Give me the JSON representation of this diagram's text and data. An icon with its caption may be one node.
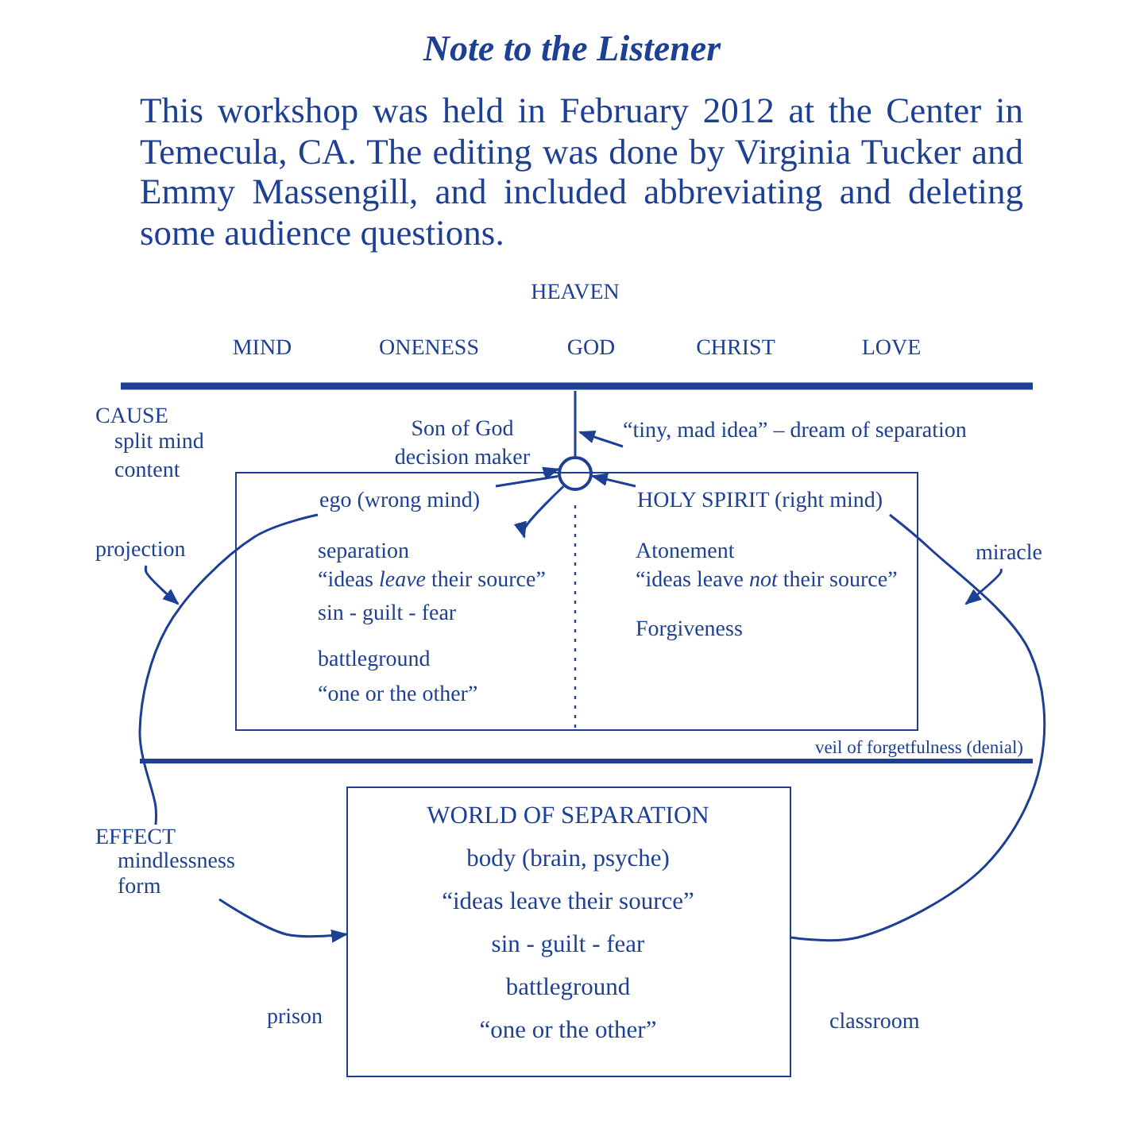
{
  "diagram": {
    "title": "Note to the Listener",
    "nodes": [
      {
        "text": [
          "Son of God decision maker"
        ]
      },
      {
        "text": [
          "“tiny, mad idea” – dream of separation"
        ]
      },
      {
        "text": [],
        "shape": "circle"
      },
      {
        "text": [
          "sin - guilt - fear",
          "battleground",
          "“one or the other”",
          "Atonement",
          "“ideas leave *not* their source”",
          "Forgiveness"
        ]
      },
      {
        "text": [
          "ego (wrong mind)"
        ],
        "in": 3
      },
      {
        "text": [
          "separation",
          "“ideas *leave* their source”"
        ],
        "in": 3
      },
      {
        "text": [
          "HOLY SPIRIT (right mind)"
        ],
        "in": 3
      },
      {
        "text": [
          "projection"
        ]
      },
      {
        "text": [
          "miracle"
        ]
      },
      {
        "text": [
          "EFFECT",
          "mindlessness form"
        ]
      },
      {
        "text": [
          "WORLD OF SEPARATION",
          "body (brain, psyche)",
          "“ideas leave their source”",
          "sin - guilt - fear",
          "battleground",
          "“one or the other”"
        ]
      }
    ],
    "edges": [
      {
        "from": 0,
        "to": 2,
        "arrow": "to"
      },
      {
        "from": 1,
        "to": 2,
        "arrow": "to"
      },
      {
        "from": null,
        "to": 2,
        "arrow": "none"
      },
      {
        "from": 2,
        "to": 4,
        "arrow": "none"
      },
      {
        "from": 6,
        "to": 2,
        "arrow": "to"
      },
      {
        "from": 2,
        "to": 5,
        "arrow": "to"
      },
      {
        "from": 4,
        "to": 9,
        "arrow": "none"
      },
      {
        "from": 9,
        "to": 10,
        "arrow": "to"
      },
      {
        "from": 6,
        "to": 10,
        "arrow": "none"
      },
      {
        "from": 7,
        "to": null,
        "arrow": "to"
      },
      {
        "from": 8,
        "to": null,
        "arrow": "to"
      }
    ],
    "labels": [
      "This workshop was held in February 2012 at the Center in Temecula, CA. The editing was done by Virginia Tucker and Emmy Massengill, and included abbreviating and deleting some audience questions.",
      "HEAVEN",
      "MIND",
      "ONENESS",
      "GOD",
      "CHRIST",
      "LOVE",
      "CAUSE",
      "split mind content",
      "veil of forgetfulness (denial)",
      "prison",
      "classroom"
    ]
  }
}
